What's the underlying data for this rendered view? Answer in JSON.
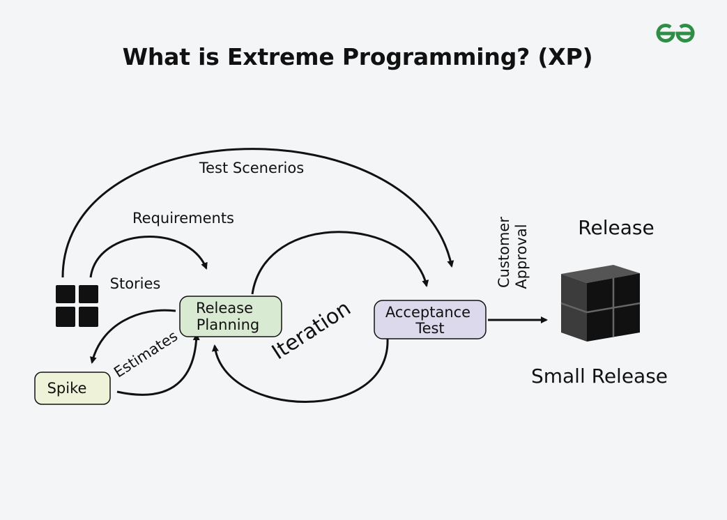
{
  "title": "What is Extreme Programming? (XP)",
  "logo": {
    "icon": "geeksforgeeks-logo-icon",
    "color": "#2f8d46"
  },
  "nodes": {
    "stories_icon": "grid-squares-icon",
    "release_planning": {
      "line1": "Release",
      "line2": "Planning",
      "color": "#d9ead3"
    },
    "spike": {
      "label": "Spike",
      "color": "#eef2d8"
    },
    "acceptance_test": {
      "line1": "Acceptance",
      "line2": "Test",
      "color": "#dcd9ec"
    },
    "release_cube_icon": "cube-icon"
  },
  "labels": {
    "test_scenarios": "Test Scenerios",
    "requirements": "Requirements",
    "stories": "Stories",
    "estimates": "Estimates",
    "iteration": "Iteration",
    "customer": "Customer",
    "approval": "Approval",
    "release": "Release",
    "small_release": "Small Release"
  }
}
